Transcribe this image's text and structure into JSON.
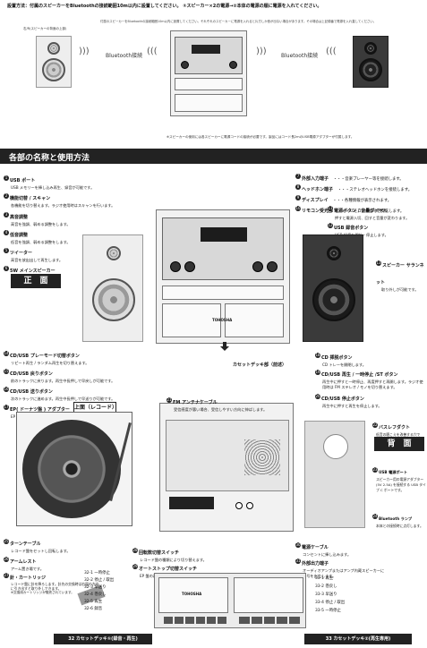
{
  "header": {
    "note": "設置方法：付属のスピーカーをBluetoothの接続範囲10m以内に設置してください。 ①スピーカー×2の電源→②本体の電源の順に電源を入れてください。",
    "top_small": "付属のスピーカーをBluetoothの接続範囲10m以内に設置してください。それぞれのスピーカーに電源を入れると片方しか音が出ない場合があります。その場合は上記順番で電源を入れ直してください。",
    "speaker_left_caption": "右/R(スピーカーの背面の上部)",
    "bluetooth_left": "Bluetooth接続",
    "bluetooth_right": "Bluetooth接続",
    "speaker_note": "※スピーカーの使用には各スピーカーに電源コードの接続が必要です。製品にはコード長2mのUSB電源アダプターが付属します。"
  },
  "section_title": "各部の名称と使用方法",
  "left_items": [
    {
      "num": "1",
      "label": "USB ポート",
      "desc": "USB メモリーを挿し込み再生、録音が可能です。"
    },
    {
      "num": "2",
      "label": "機能切替 / スキャン",
      "desc": "各機能を切り替えます。ラジオ使用時はスキャンを行います。"
    },
    {
      "num": "3",
      "label": "高音調整",
      "desc": "高音を強調、弱める調整をします。"
    },
    {
      "num": "4",
      "label": "低音調整",
      "desc": "低音を強調、弱める調整をします。"
    },
    {
      "num": "5",
      "label": "ツイーター",
      "desc": "高音を放出出して再生します。"
    },
    {
      "num": "6",
      "label": "5W メインスピーカー",
      "desc": ""
    }
  ],
  "right_items": [
    {
      "num": "7",
      "label": "外部入力端子",
      "desc": "・・・音楽プレーヤー等を接続します。"
    },
    {
      "num": "8",
      "label": "ヘッドホン端子",
      "desc": "・・・ステレオヘッドホンを接続します。"
    },
    {
      "num": "9",
      "label": "ディスプレイ",
      "desc": "・・・各種情報が表示されます。"
    },
    {
      "num": "10",
      "label": "リモコン受光部",
      "desc": "・・・リモコンの信号を受信します。"
    },
    {
      "num": "11",
      "label": "電源ボタン / 音量ダイヤル",
      "desc": "押すと電源入切、回すと音量が変わります。"
    },
    {
      "num": "12",
      "label": "USB 録音ボタン",
      "desc": "USB 録音を開始・停止します。"
    },
    {
      "num": "13",
      "label": "スピーカー サランネット",
      "desc": "取り外しが可能です。"
    }
  ],
  "front_label": "正　面",
  "back_label": "背　面",
  "top_label": "上面（レコード）",
  "cassette_deck_note": "カセットデッキ部（前述）",
  "lower_left_items": [
    {
      "num": "14",
      "label": "CD/USB プレーモード切替ボタン",
      "desc": "リピート再生 / ランダム再生を切り替えます。"
    },
    {
      "num": "15",
      "label": "CD/USB 戻りボタン",
      "desc": "前のトラックに戻ります。再生中長押しで早戻しが可能です。"
    },
    {
      "num": "16",
      "label": "CD/USB 送りボタン",
      "desc": "次のトラックに進めます。再生中長押しで早送りが可能です。"
    },
    {
      "num": "17",
      "label": "EP( ドーナツ盤 ) アダプター",
      "desc": "EP 盤再生時にセットします。"
    }
  ],
  "lower_right_items": [
    {
      "num": "18",
      "label": "CD 挿脱ボタン",
      "desc": "CD トレーを開閉します。"
    },
    {
      "num": "19",
      "label": "CD/USB 再生 / 一時停止 /ST ボタン",
      "desc": "再生中に押すと一時停止、再度押すと再開します。ラジオ使用時は FM ステレオ / モノを切り替えます。"
    },
    {
      "num": "20",
      "label": "CD/USB 停止ボタン",
      "desc": "再生中に押すと再生を停止します。"
    }
  ],
  "fm_antenna": {
    "num": "21",
    "label": "FM アンテナケーブル",
    "desc": "受信感度が悪い場合、受信しやすい方向に伸ばします。"
  },
  "bass_reflex": {
    "num": "22",
    "label": "バスレフダクト",
    "desc": "低音の聴こえを改善する穴です。"
  },
  "usb_power_port": {
    "num": "23",
    "label": "USB 電源ポート",
    "desc": "スピーカー用の電源アダプター (5V 2.5A) を接続する USB タイプ C ポートです。"
  },
  "bt_lamp": {
    "num": "24",
    "label": "Bluetooth ランプ",
    "desc": "本体との接続時に点灯します。"
  },
  "turntable": {
    "num": "25",
    "label": "ターンテーブル",
    "desc": "レコード盤をセットし回転します。"
  },
  "arm_rest": {
    "num": "26",
    "label": "アームレスト",
    "desc": "アーム置き場です。"
  },
  "cartridge": {
    "num": "27",
    "label": "針・カートリッジ",
    "desc": "レコード盤に針を降ろします。針先の交換時は右図の方向に引き出すと取り外しできます。",
    "note": "※交換用カートリッジが販売されています。"
  },
  "speed_switch": {
    "num": "28",
    "label": "回転数切替スイッチ",
    "desc": "レコード盤の種類により切り替えます。"
  },
  "auto_stop": {
    "num": "29",
    "label": "オートストップ切替スイッチ",
    "desc": "EP 盤の再生時に OFF に切り替えます。"
  },
  "power_cable": {
    "num": "30",
    "label": "電源ケーブル",
    "desc": "コンセントに挿し込みます。"
  },
  "ext_out": {
    "num": "31",
    "label": "外部出力端子",
    "desc": "オーディオアンプまたはアンプ内蔵スピーカーに信号を出力します。"
  },
  "deck_left": {
    "title": "32 カセットデッキ①(録音・再生)",
    "buttons": [
      "32-1 一時停止",
      "32-2 停止 / 取出",
      "32-3 早送り",
      "32-4 巻戻し",
      "32-5 再生",
      "32-6 録音"
    ]
  },
  "deck_right": {
    "title": "33 カセットデッキ②(再生専用)",
    "buttons": [
      "33-1 再生",
      "33-2 巻戻し",
      "33-3 早送り",
      "33-4 停止 / 取出",
      "33-5 一時停止"
    ]
  },
  "brand": "TOHOSHA"
}
